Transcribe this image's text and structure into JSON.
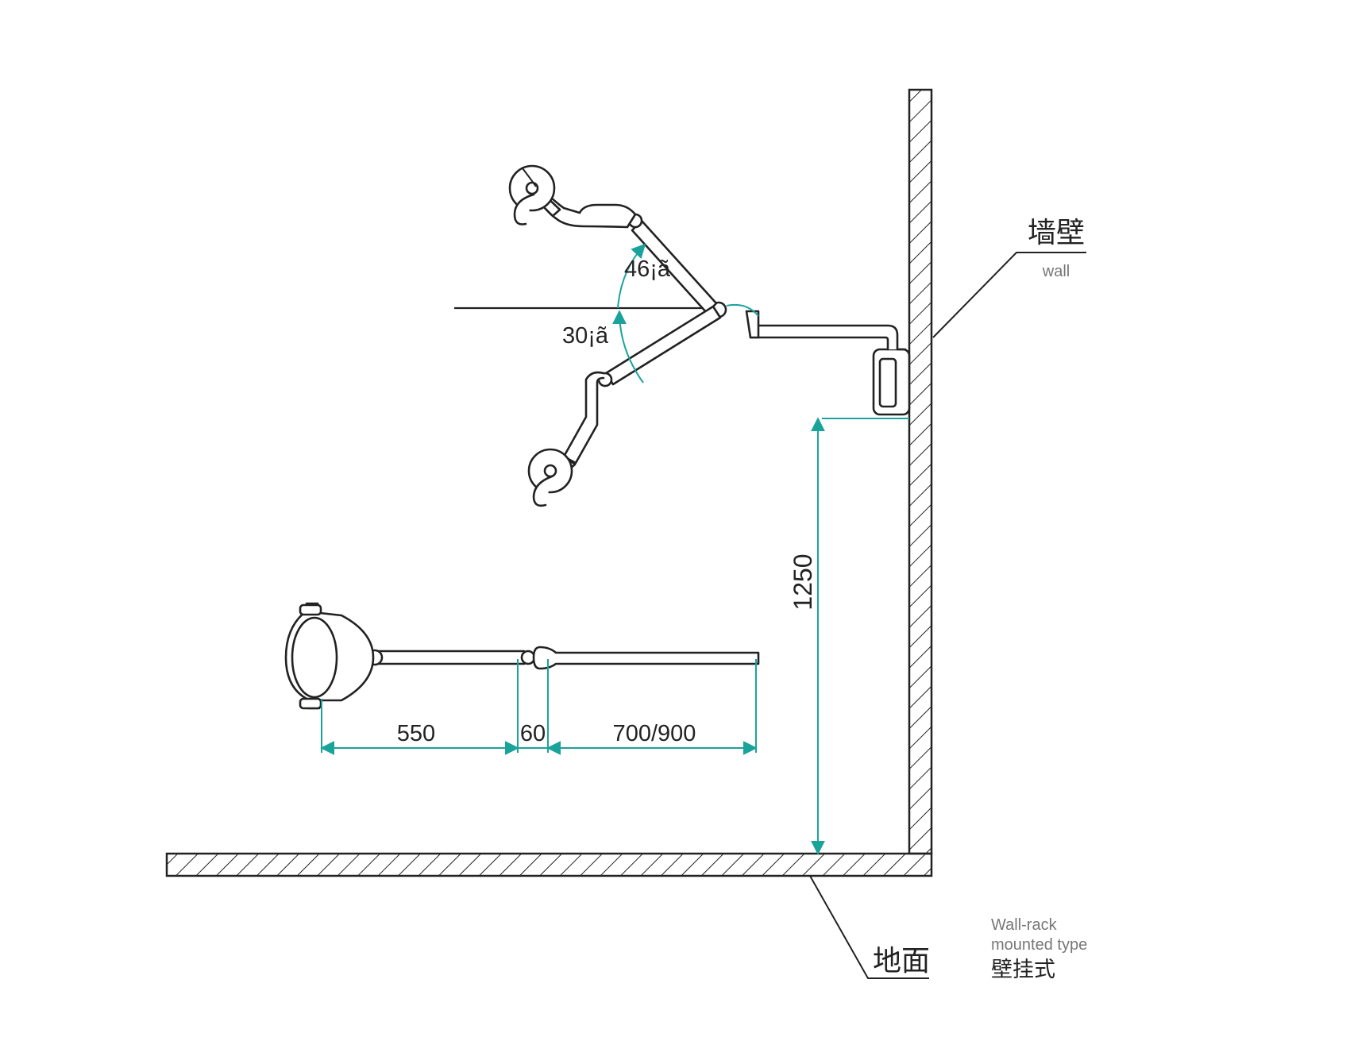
{
  "labels": {
    "wall_cn": "墙壁",
    "wall_en": "wall",
    "floor_cn": "地面",
    "mount_en_line1": "Wall-rack",
    "mount_en_line2": "mounted type",
    "mount_cn": "壁挂式"
  },
  "dimensions": {
    "height": "1250",
    "arm_segment_1": "550",
    "arm_segment_2": "60",
    "arm_segment_3": "700/900"
  },
  "angles": {
    "upper": "46¡ã",
    "lower": "30¡ã"
  },
  "colors": {
    "line": "#222222",
    "dimension": "#1aa39a",
    "subtext": "#777777"
  }
}
